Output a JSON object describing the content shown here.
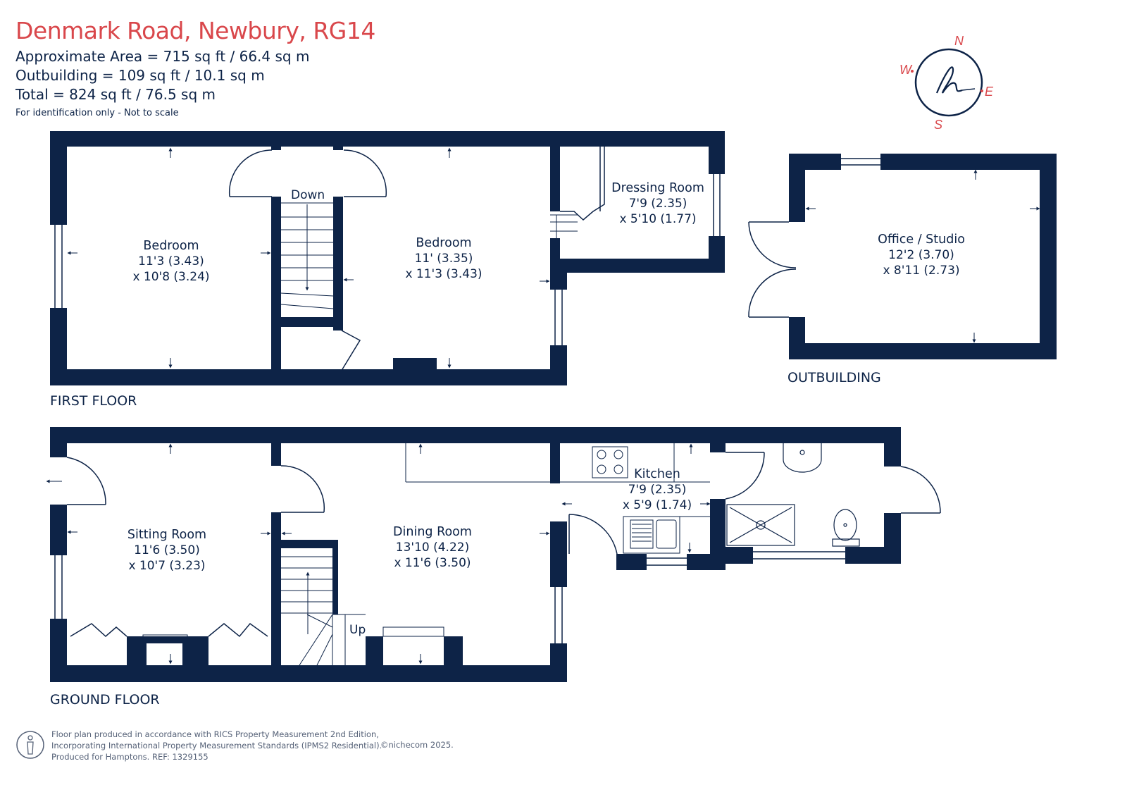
{
  "header": {
    "title": "Denmark Road, Newbury, RG14",
    "approximate_area": "Approximate Area = 715 sq ft / 66.4 sq m",
    "outbuilding_area": "Outbuilding = 109 sq ft / 10.1 sq m",
    "total_area": "Total = 824 sq ft / 76.5 sq m",
    "disclaimer": "For identification only - Not to scale"
  },
  "compass": {
    "north": "N",
    "east": "E",
    "south": "S",
    "west": "W"
  },
  "floors": {
    "first_floor": "FIRST FLOOR",
    "outbuilding": "OUTBUILDING",
    "ground_floor": "GROUND FLOOR"
  },
  "stairs": {
    "down": "Down",
    "up": "Up"
  },
  "rooms": {
    "bedroom_left": {
      "name": "Bedroom",
      "dim1": "11'3 (3.43)",
      "dim2": "x 10'8 (3.24)"
    },
    "bedroom_right": {
      "name": "Bedroom",
      "dim1": "11' (3.35)",
      "dim2": "x 11'3 (3.43)"
    },
    "dressing_room": {
      "name": "Dressing Room",
      "dim1": "7'9 (2.35)",
      "dim2": "x 5'10 (1.77)"
    },
    "office_studio": {
      "name": "Office / Studio",
      "dim1": "12'2 (3.70)",
      "dim2": "x 8'11 (2.73)"
    },
    "sitting_room": {
      "name": "Sitting Room",
      "dim1": "11'6 (3.50)",
      "dim2": "x 10'7 (3.23)"
    },
    "dining_room": {
      "name": "Dining Room",
      "dim1": "13'10 (4.22)",
      "dim2": "x 11'6 (3.50)"
    },
    "kitchen": {
      "name": "Kitchen",
      "dim1": "7'9 (2.35)",
      "dim2": "x 5'9 (1.74)"
    }
  },
  "footer": {
    "line1": "Floor plan produced in accordance with RICS Property Measurement 2nd Edition,",
    "line2": "Incorporating International Property Measurement Standards (IPMS2 Residential).",
    "line3": "Produced for Hamptons.   REF:  1329155",
    "copyright": "©nichecom 2025."
  },
  "colors": {
    "wall": "#0d2347",
    "title": "#d9474b",
    "compass": "#d9474b"
  }
}
